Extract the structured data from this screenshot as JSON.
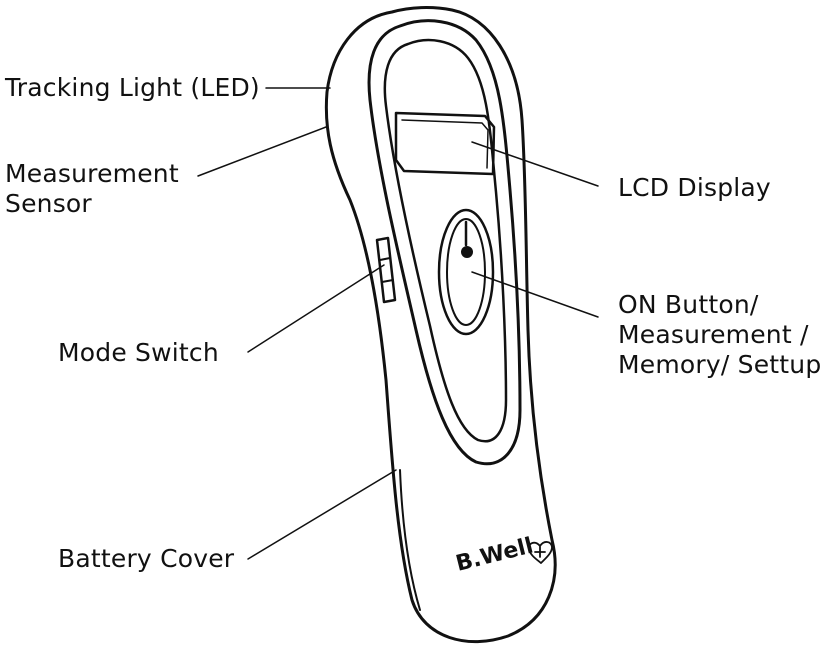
{
  "labels": {
    "tracking_light": "Tracking Light (LED)",
    "measurement_sensor": [
      "Measurement",
      "Sensor"
    ],
    "mode_switch": "Mode Switch",
    "battery_cover": "Battery Cover",
    "lcd_display": "LCD Display",
    "on_button": [
      "ON Button/",
      "Measurement /",
      "Memory/ Settup"
    ]
  },
  "brand": "B.Well",
  "colors": {
    "ink": "#111111",
    "background": "#ffffff"
  }
}
